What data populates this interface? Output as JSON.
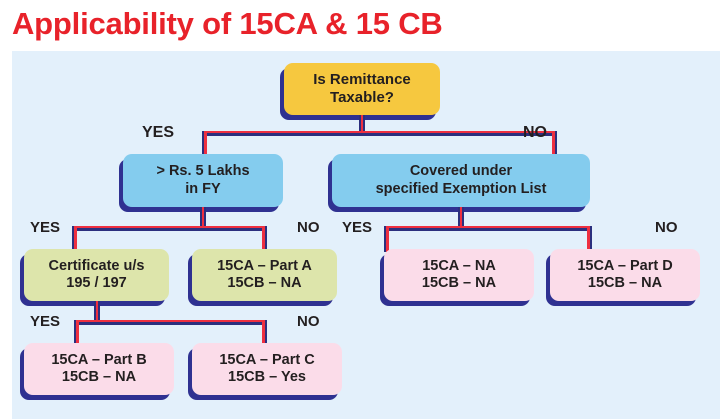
{
  "title": "Applicability of 15CA & 15 CB",
  "theme": {
    "title_color": "#e8222a",
    "panel_bg": "#e3f0fb",
    "connector_red": "#ee2f40",
    "connector_navy": "#2b2f7e",
    "shadow_navy": "#2f3191",
    "node_yellow": "#f6c83f",
    "node_blue": "#84ccee",
    "node_green": "#dde5ab",
    "node_pink": "#fbdce9",
    "text_color": "#231f20"
  },
  "branch_labels": {
    "l1_yes": "YES",
    "l1_no": "NO",
    "l2_yes": "YES",
    "l2_no": "NO",
    "l2r_yes": "YES",
    "l2r_no": "NO",
    "l3_yes": "YES",
    "l3_no": "NO"
  },
  "nodes": {
    "root": {
      "line1": "Is Remittance",
      "line2": "Taxable?"
    },
    "above_five_lakhs": {
      "line1": "> Rs. 5 Lakhs",
      "line2": "in FY"
    },
    "exemption_list": {
      "line1": "Covered under",
      "line2": "specified Exemption List"
    },
    "certificate": {
      "line1": "Certificate u/s",
      "line2": "195 / 197"
    },
    "part_a": {
      "line1": "15CA – Part A",
      "line2": "15CB – NA"
    },
    "na_na": {
      "line1": "15CA – NA",
      "line2": "15CB  – NA"
    },
    "part_d": {
      "line1": "15CA – Part D",
      "line2": "15CB – NA"
    },
    "part_b": {
      "line1": "15CA – Part B",
      "line2": "15CB – NA"
    },
    "part_c": {
      "line1": "15CA – Part C",
      "line2": "15CB – Yes"
    }
  },
  "chart_data": {
    "type": "diagram",
    "diagram_kind": "decision-flowchart",
    "title": "Applicability of 15CA & 15 CB",
    "nodes": [
      {
        "id": "root",
        "label": "Is Remittance Taxable?",
        "color": "#f6c83f",
        "level": 0
      },
      {
        "id": "above_five_lakhs",
        "label": "> Rs. 5 Lakhs in FY",
        "color": "#84ccee",
        "level": 1
      },
      {
        "id": "exemption_list",
        "label": "Covered under specified Exemption List",
        "color": "#84ccee",
        "level": 1
      },
      {
        "id": "certificate",
        "label": "Certificate u/s 195 / 197",
        "color": "#dde5ab",
        "level": 2
      },
      {
        "id": "part_a",
        "label": "15CA – Part A / 15CB – NA",
        "color": "#dde5ab",
        "level": 2
      },
      {
        "id": "na_na",
        "label": "15CA – NA / 15CB – NA",
        "color": "#fbdce9",
        "level": 2
      },
      {
        "id": "part_d",
        "label": "15CA – Part D / 15CB – NA",
        "color": "#fbdce9",
        "level": 2
      },
      {
        "id": "part_b",
        "label": "15CA – Part B / 15CB – NA",
        "color": "#fbdce9",
        "level": 3
      },
      {
        "id": "part_c",
        "label": "15CA – Part C / 15CB – Yes",
        "color": "#fbdce9",
        "level": 3
      }
    ],
    "edges": [
      {
        "from": "root",
        "to": "above_five_lakhs",
        "label": "YES"
      },
      {
        "from": "root",
        "to": "exemption_list",
        "label": "NO"
      },
      {
        "from": "above_five_lakhs",
        "to": "certificate",
        "label": "YES"
      },
      {
        "from": "above_five_lakhs",
        "to": "part_a",
        "label": "NO"
      },
      {
        "from": "exemption_list",
        "to": "na_na",
        "label": "YES"
      },
      {
        "from": "exemption_list",
        "to": "part_d",
        "label": "NO"
      },
      {
        "from": "certificate",
        "to": "part_b",
        "label": "YES"
      },
      {
        "from": "certificate",
        "to": "part_c",
        "label": "NO"
      }
    ]
  }
}
